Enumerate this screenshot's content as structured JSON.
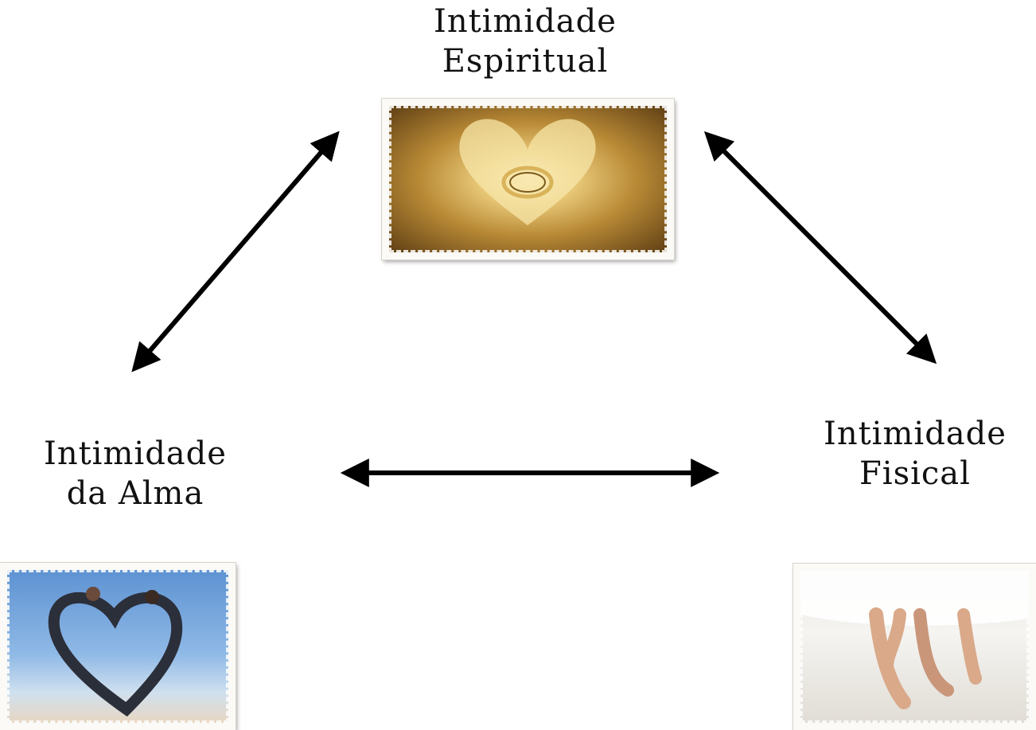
{
  "nodes": {
    "spiritual": {
      "line1": "Intimidade",
      "line2": "Espiritual"
    },
    "soul": {
      "line1": "Intimidade",
      "line2": "da Alma"
    },
    "physical": {
      "line1": "Intimidade",
      "line2": "Fisical"
    }
  }
}
